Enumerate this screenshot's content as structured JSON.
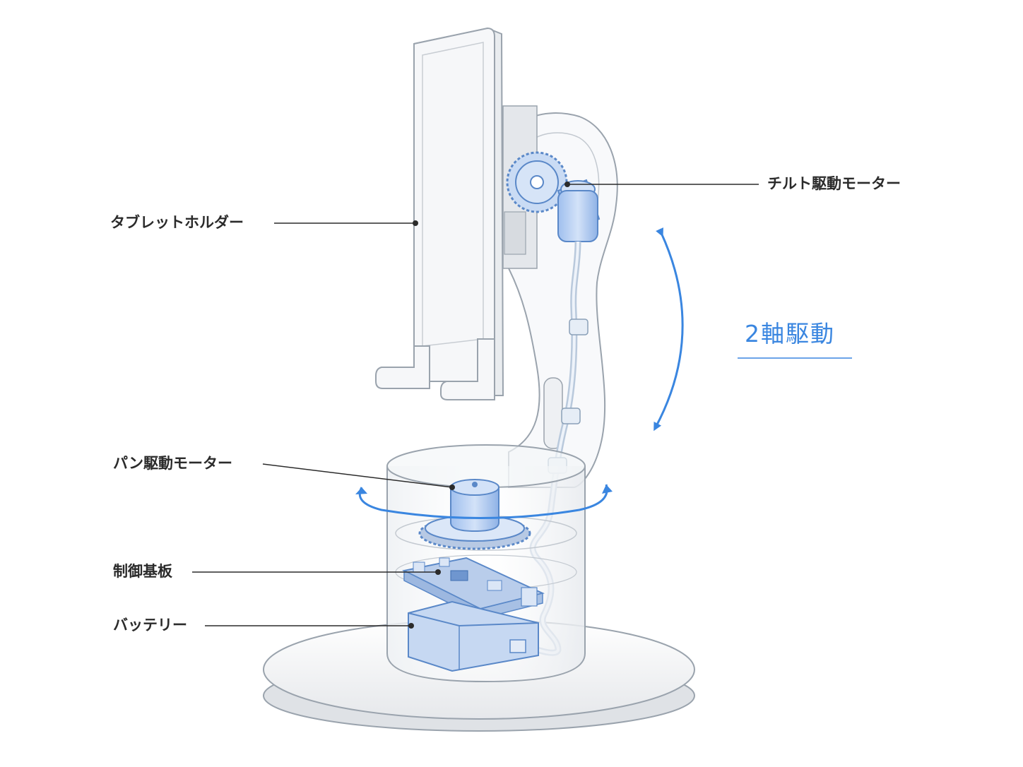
{
  "labels": {
    "tablet_holder": "タブレットホルダー",
    "tilt_motor": "チルト駆動モーター",
    "two_axis_drive": "2軸駆動",
    "pan_motor": "パン駆動モーター",
    "control_board": "制御基板",
    "battery": "バッテリー"
  },
  "colors": {
    "accent": "#3a86e0",
    "label_text": "#2b2b2b",
    "outline": "#9aa3ad",
    "component_fill": "#bcd2f2",
    "component_stroke": "#5a88c8"
  }
}
